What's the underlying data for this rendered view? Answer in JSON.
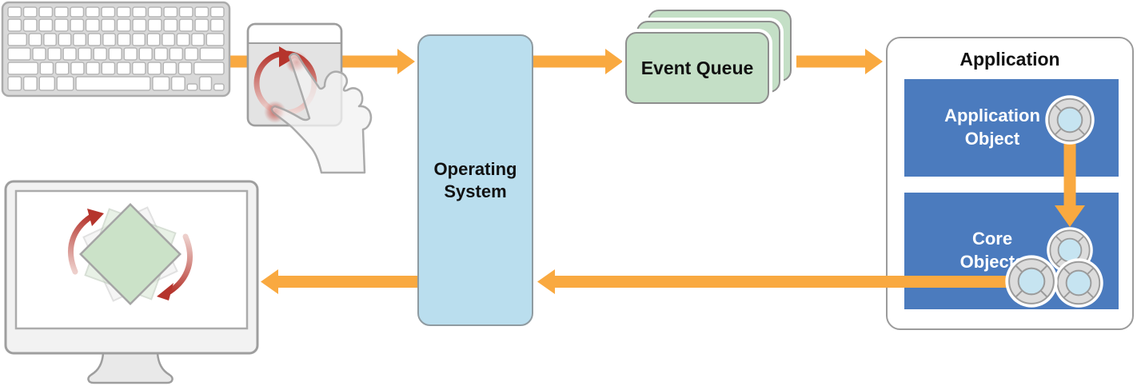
{
  "diagram_type": "event-flow-cycle",
  "colors": {
    "arrow_orange": "#F9A940",
    "os_fill": "#BADEEE",
    "event_queue_fill": "#C4DFC6",
    "panel_blue": "#4B7BBE",
    "gesture_red": "#B5342C",
    "rotating_square_green": "#CBE2C8",
    "device_gray": "#E3E3E3",
    "outline_gray": "#9B9B9B"
  },
  "nodes": {
    "input_devices": {
      "keyboard_icon": "keyboard-illustration",
      "trackpad_icon": "trackpad-rotate-gesture-illustration"
    },
    "operating_system": {
      "label": "Operating System"
    },
    "event_queue": {
      "label": "Event Queue",
      "stack_count": 3
    },
    "application": {
      "title": "Application",
      "application_object": {
        "label": "Application Object",
        "icon": "framework-object-ring-icon",
        "icon_count": 1
      },
      "core_objects": {
        "label": "Core Objects",
        "icon": "framework-object-ring-icon",
        "icon_count": 3
      }
    },
    "display": {
      "icon": "monitor-rotating-square-illustration"
    }
  },
  "flows": [
    {
      "from": "input_devices",
      "to": "operating_system"
    },
    {
      "from": "operating_system",
      "to": "event_queue"
    },
    {
      "from": "event_queue",
      "to": "application"
    },
    {
      "from": "application_object",
      "to": "core_objects"
    },
    {
      "from": "core_objects",
      "to": "operating_system"
    },
    {
      "from": "operating_system",
      "to": "display"
    }
  ]
}
